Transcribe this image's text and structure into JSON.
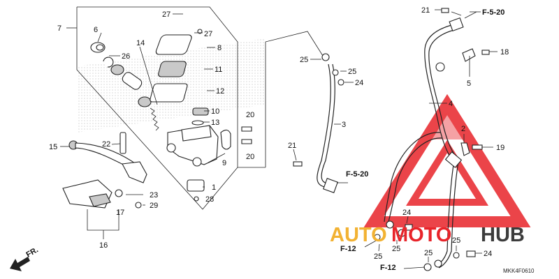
{
  "diagram": {
    "part_labels": {
      "p1": "1",
      "p2": "2",
      "p3": "3",
      "p4": "4",
      "p5": "5",
      "p6": "6",
      "p7": "7",
      "p8": "8",
      "p9": "9",
      "p10": "10",
      "p11": "11",
      "p12": "12",
      "p13": "13",
      "p14": "14",
      "p15": "15",
      "p16": "16",
      "p17": "17",
      "p18": "18",
      "p19": "19",
      "p20a": "20",
      "p20b": "20",
      "p21a": "21",
      "p21b": "21",
      "p22": "22",
      "p23": "23",
      "p24a": "24",
      "p24b": "24",
      "p24c": "24",
      "p25a": "25",
      "p25b": "25",
      "p25c": "25",
      "p25d": "25",
      "p25e": "25",
      "p25f": "25",
      "p26": "26",
      "p27a": "27",
      "p27b": "27",
      "p28": "28",
      "p29": "29"
    },
    "section_refs": {
      "f520_top": "F-5-20",
      "f520_mid": "F-5-20",
      "f12_left": "F-12",
      "f12_bottom": "F-12"
    },
    "direction_label": "FR.",
    "diagram_code": "MKK4F0610"
  },
  "watermark": {
    "auto": "AUTO",
    "moto": "MOTO",
    "hub": "HUB",
    "colors": {
      "auto": "#f2b233",
      "moto": "#e8242a",
      "hub": "#3c3c3c",
      "triangle": "#e8242a"
    }
  }
}
